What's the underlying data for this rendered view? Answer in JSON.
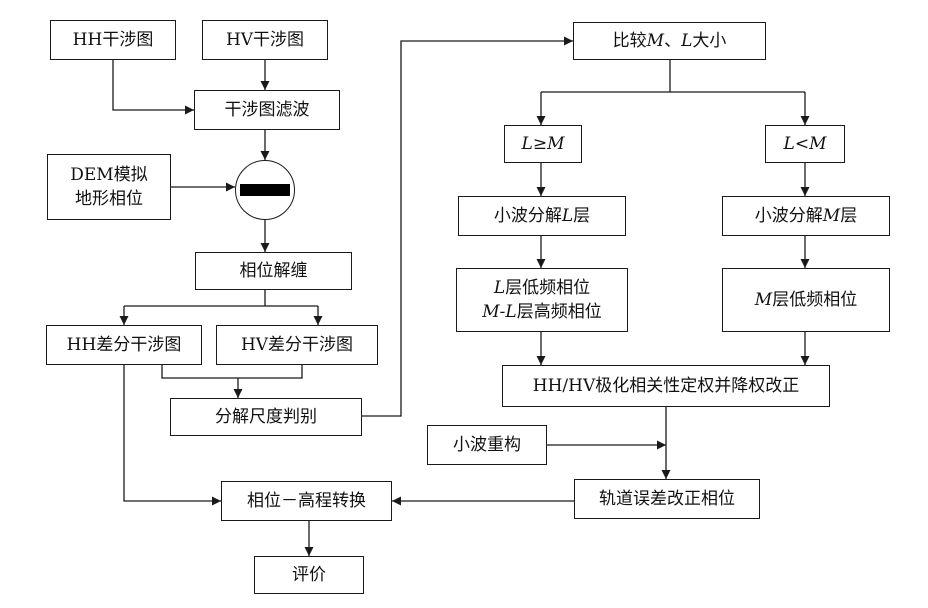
{
  "nodes": {
    "hh_interf": "HH干涉图",
    "hv_interf": "HV干涉图",
    "interf_filter": "干涉图滤波",
    "dem_line1": "DEM模拟",
    "dem_line2": "地形相位",
    "unwrap": "相位解缠",
    "hh_diff": "HH差分干涉图",
    "hv_diff": "HV差分干涉图",
    "scale_judge": "分解尺度判别",
    "phase_height": "相位－高程转换",
    "evaluate": "评价",
    "compare_pre": "比较",
    "compare_M": "M",
    "compare_sep": "、",
    "compare_L": "L",
    "compare_post": "大小",
    "cond_l_ge_m_L": "L",
    "cond_l_ge_m_op": "≥",
    "cond_l_ge_m_M": "M",
    "cond_l_lt_m_L": "L",
    "cond_l_lt_m_op": "<",
    "cond_l_lt_m_M": "M",
    "wavelet_L_pre": "小波分解",
    "wavelet_L_var": "L",
    "wavelet_L_post": "层",
    "wavelet_M_pre": "小波分解",
    "wavelet_M_var": "M",
    "wavelet_M_post": "层",
    "lowfreq_L_var": "L",
    "lowfreq_L_post": "层低频相位",
    "highfreq_ML_var": "M-L",
    "highfreq_ML_post": "层高频相位",
    "lowfreq_M_var": "M",
    "lowfreq_M_post": "层低频相位",
    "polar_correct": "HH/HV极化相关性定权并降权改正",
    "wavelet_recon": "小波重构",
    "orbit_correct": "轨道误差改正相位"
  },
  "icons": {
    "subtract_junction": "minus-symbol-circle"
  }
}
